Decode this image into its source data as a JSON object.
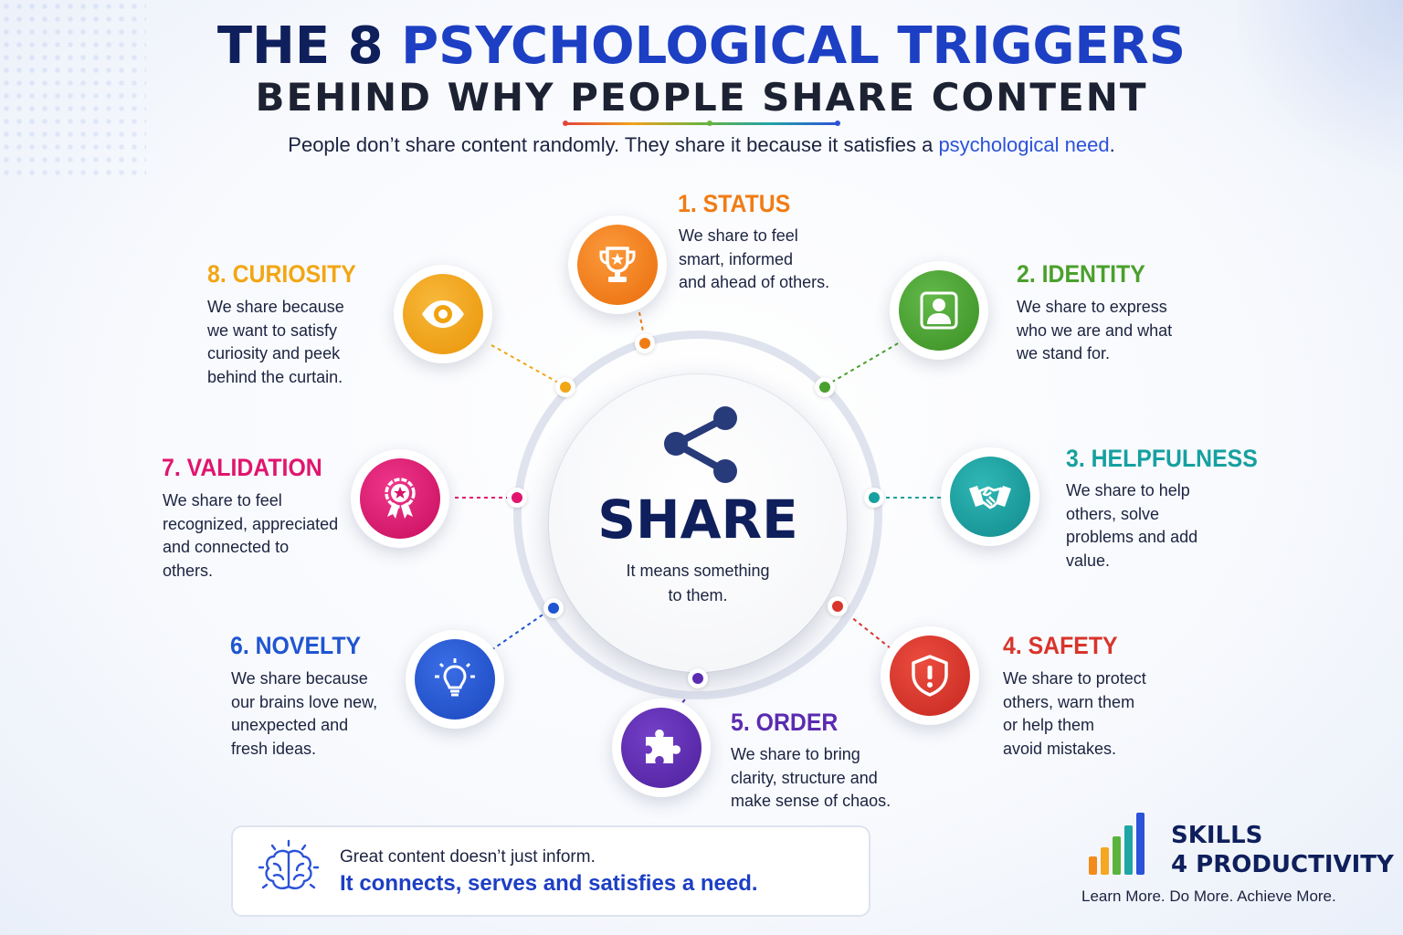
{
  "header": {
    "title_part1": "THE 8 ",
    "title_highlight": "PSYCHOLOGICAL TRIGGERS",
    "title_line2": "BEHIND WHY PEOPLE SHARE CONTENT",
    "subtitle_part1": "People don’t share content randomly. They share it because it satisfies a ",
    "subtitle_highlight": "psychological need",
    "subtitle_end": "."
  },
  "center": {
    "word": "SHARE",
    "sub_line1": "It means something",
    "sub_line2": "to them."
  },
  "triggers": [
    {
      "title": "1. STATUS",
      "lines": [
        "We share to feel",
        "smart, informed",
        "and ahead of others."
      ],
      "color": "#f07c14",
      "icon": "trophy-icon"
    },
    {
      "title": "2. IDENTITY",
      "lines": [
        "We share to express",
        "who we are and what",
        "we stand for."
      ],
      "color": "#4aa02c",
      "icon": "user-icon"
    },
    {
      "title": "3. HELPFULNESS",
      "lines": [
        "We share to help",
        "others, solve",
        "problems and add",
        "value."
      ],
      "color": "#17a0a0",
      "icon": "handshake-icon"
    },
    {
      "title": "4. SAFETY",
      "lines": [
        "We share to protect",
        "others, warn them",
        "or help them",
        "avoid mistakes."
      ],
      "color": "#d9342b",
      "icon": "shield-alert-icon"
    },
    {
      "title": "5. ORDER",
      "lines": [
        "We share to bring",
        "clarity, structure and",
        "make sense of chaos."
      ],
      "color": "#5b2bb0",
      "icon": "puzzle-icon"
    },
    {
      "title": "6. NOVELTY",
      "lines": [
        "We share because",
        "our brains love new,",
        "unexpected and",
        "fresh ideas."
      ],
      "color": "#1f55d0",
      "icon": "lightbulb-icon"
    },
    {
      "title": "7. VALIDATION",
      "lines": [
        "We share to feel",
        "recognized, appreciated",
        "and connected to",
        "others."
      ],
      "color": "#e0156e",
      "icon": "award-badge-icon"
    },
    {
      "title": "8. CURIOSITY",
      "lines": [
        "We share because",
        "we want to satisfy",
        "curiosity and peek",
        "behind the curtain."
      ],
      "color": "#f2a614",
      "icon": "eye-icon"
    }
  ],
  "bottom": {
    "line1": "Great content doesn’t just inform.",
    "line2": "It connects, serves and satisfies a need.",
    "icon": "brain-icon"
  },
  "logo": {
    "line1": "SKILLS",
    "line2": "4 PRODUCTIVITY",
    "tagline": "Learn More. Do More. Achieve More.",
    "icon": "bar-chart-logo-icon"
  }
}
